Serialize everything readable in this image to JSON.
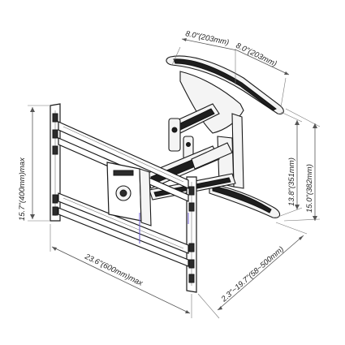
{
  "dimensions": {
    "plate_width_left": "8.0\"(203mm)",
    "plate_width_right": "8.0\"(203mm)",
    "max_vertical": "15.7\"(400mm)max",
    "max_horizontal": "23.6\"(600mm)max",
    "plate_height_inner": "13.8\"(351mm)",
    "plate_height_outer": "15.0\"(382mm)",
    "extension_range": "2.3\"~19.7\"(58~500mm)"
  },
  "colors": {
    "line": "#1a1a1a",
    "dimension": "#555555",
    "accent": "#6a5acd"
  }
}
